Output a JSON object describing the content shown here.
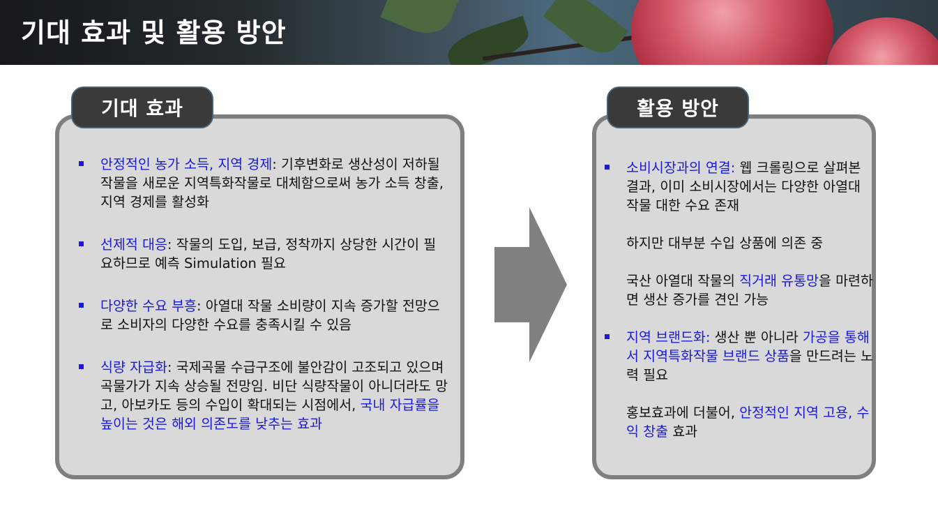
{
  "header": {
    "title": "기대 효과 및 활용 방안"
  },
  "left_panel": {
    "tab_label": "기대 효과",
    "items": [
      {
        "highlight": "안정적인 농가 소득, 지역 경제",
        "text": ": 기후변화로 생산성이 저하될 작물을 새로운 지역특화작물로 대체함으로써 농가 소득 창출, 지역 경제를 활성화"
      },
      {
        "highlight": "선제적 대응",
        "text": ": 작물의 도입, 보급, 정착까지 상당한 시간이 필요하므로 예측 Simulation 필요"
      },
      {
        "highlight": "다양한 수요 부흥",
        "text": ": 아열대 작물 소비량이 지속 증가할 전망으로 소비자의 다양한 수요를 충족시킬 수 있음"
      },
      {
        "highlight": "식량 자급화",
        "text": ": 국제곡물 수급구조에 불안감이 고조되고 있으며 곡물가가 지속 상승될 전망임. 비단 식량작물이 아니더라도 망고, 아보카도 등의 수입이 확대되는 시점에서, ",
        "highlight2": "국내 자급률을 높이는 것은 해외 의존도를 낮추는 효과"
      }
    ]
  },
  "right_panel": {
    "tab_label": "활용 방안",
    "items": [
      {
        "highlight": "소비시장과의 연결:",
        "text": " 웹 크롤링으로 살펴본 결과, 이미 소비시장에서는 다양한 아열대 작물 대한 수요 존재",
        "para2": "하지만 대부분 수입 상품에 의존 중",
        "para3_pre": "국산 아열대 작물의 ",
        "para3_hl": "직거래 유통망",
        "para3_post": "을 마련하면 생산 증가를 견인 가능"
      },
      {
        "highlight": "지역 브랜드화:",
        "text": " 생산 뿐 아니라 ",
        "hl2": "가공을 통해서 지역특화작물 브랜드 상품",
        "text2": "을 만드려는 노력 필요",
        "para2_pre": "홍보효과에 더불어, ",
        "para2_hl": "안정적인 지역 고용, 수익 창출",
        "para2_post": " 효과"
      }
    ]
  },
  "colors": {
    "highlight": "#1a1ad8",
    "box_fill": "#d9d9d9",
    "box_border": "#7f7f7f",
    "tab_fill": "#3a3a3a",
    "arrow": "#808080"
  },
  "icons": {
    "bullet": "square-bullet-icon",
    "arrow": "right-arrow-icon"
  }
}
